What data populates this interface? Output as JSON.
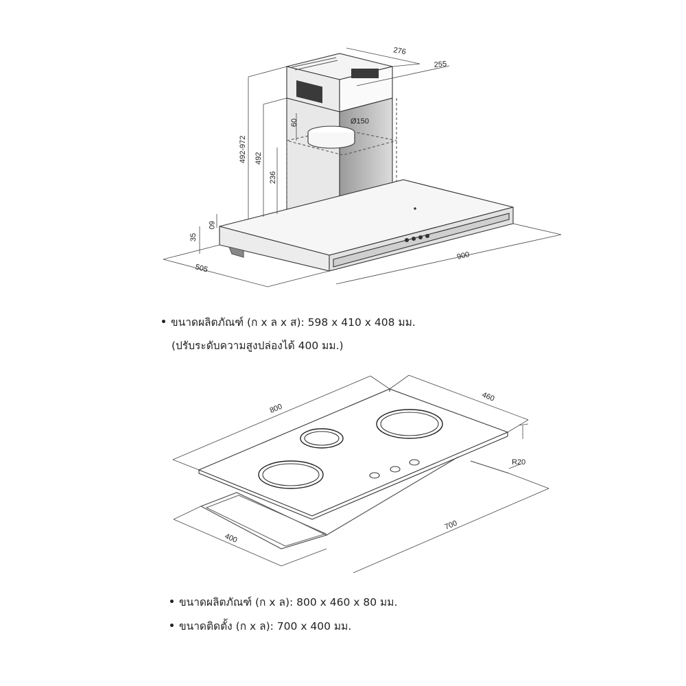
{
  "hood": {
    "dims": {
      "chimney_depth": "276",
      "chimney_width": "255",
      "outlet_diameter": "Ø150",
      "outlet_height": "60",
      "total_height_range": "492-972",
      "upper_chimney": "492",
      "lower_chimney": "236",
      "canopy_offset": "60",
      "canopy_thickness": "35",
      "depth": "505",
      "width": "900"
    },
    "specs": [
      "ขนาดผลิตภัณฑ์ (ก x ล x ส): 598 x 410 x 408 มม.",
      "(ปรับระดับความสูงปล่องได้ 400 มม.)"
    ]
  },
  "hob": {
    "dims": {
      "width": "800",
      "depth": "460",
      "radius": "R20",
      "cutout_width": "700",
      "cutout_depth": "400"
    },
    "specs": [
      "ขนาดผลิตภัณฑ์ (ก x ล): 800 x 460 x 80 มม.",
      "ขนาดติดตั้ง (ก x ล): 700 x 400 มม."
    ]
  }
}
